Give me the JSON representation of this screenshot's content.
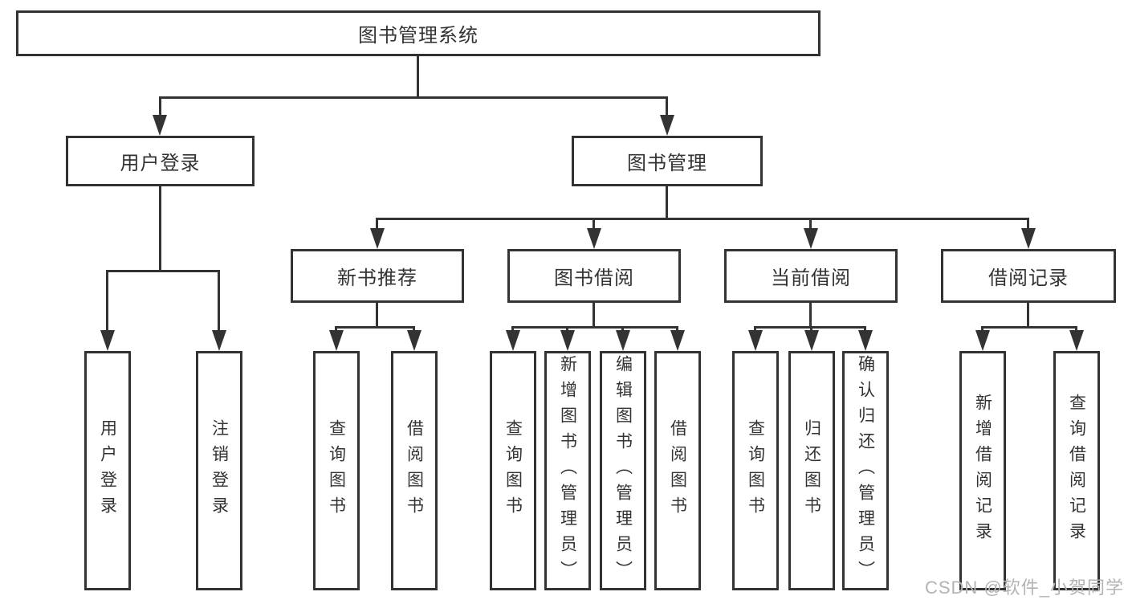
{
  "colors": {
    "line": "#333333",
    "text": "#333333",
    "watermark": "#b3b3b3",
    "background": "#ffffff"
  },
  "watermark": "CSDN @软件_小贺同学",
  "tree": {
    "label": "图书管理系统",
    "children": [
      {
        "label": "用户登录",
        "children": [
          {
            "label": "用户登录"
          },
          {
            "label": "注销登录"
          }
        ]
      },
      {
        "label": "图书管理",
        "children": [
          {
            "label": "新书推荐",
            "children": [
              {
                "label": "查询图书"
              },
              {
                "label": "借阅图书"
              }
            ]
          },
          {
            "label": "图书借阅",
            "children": [
              {
                "label": "查询图书"
              },
              {
                "label": "新增图书（管理员）"
              },
              {
                "label": "编辑图书（管理员）"
              },
              {
                "label": "借阅图书"
              }
            ]
          },
          {
            "label": "当前借阅",
            "children": [
              {
                "label": "查询图书"
              },
              {
                "label": "归还图书"
              },
              {
                "label": "确认归还（管理员）"
              }
            ]
          },
          {
            "label": "借阅记录",
            "children": [
              {
                "label": "新增借阅记录"
              },
              {
                "label": "查询借阅记录"
              }
            ]
          }
        ]
      }
    ]
  }
}
